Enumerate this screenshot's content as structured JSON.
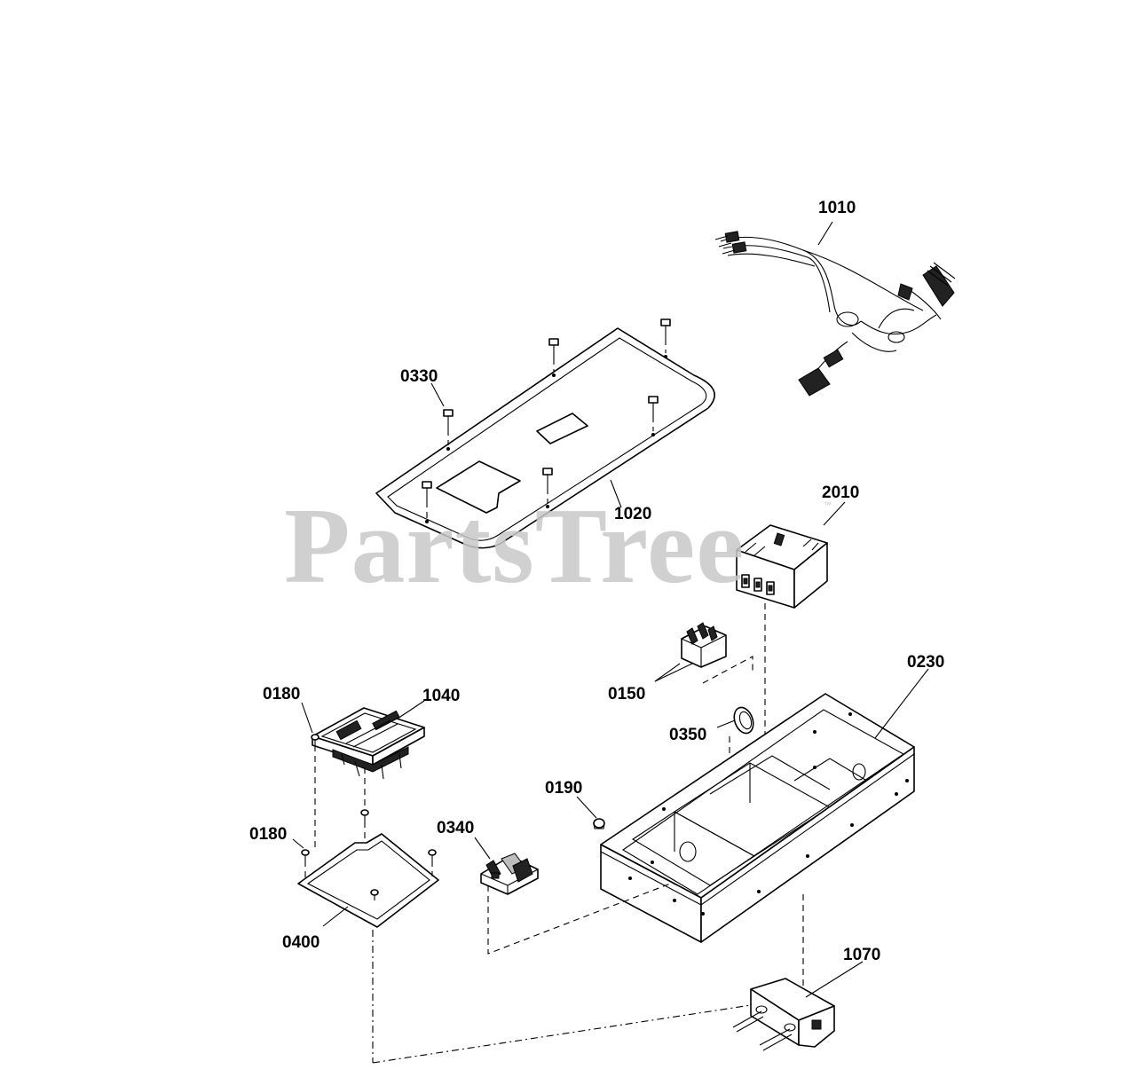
{
  "watermark": {
    "text": "PartsTree",
    "mark": "™"
  },
  "callouts": {
    "c1010": "1010",
    "c0330": "0330",
    "c1020": "1020",
    "c2010": "2010",
    "c0230": "0230",
    "c0150": "0150",
    "c0350": "0350",
    "c0180a": "0180",
    "c1040": "1040",
    "c0190": "0190",
    "c0180b": "0180",
    "c0340": "0340",
    "c0400": "0400",
    "c1070": "1070"
  },
  "colors": {
    "line": "#000000",
    "watermark": "#c8c8c8",
    "background": "#ffffff"
  }
}
